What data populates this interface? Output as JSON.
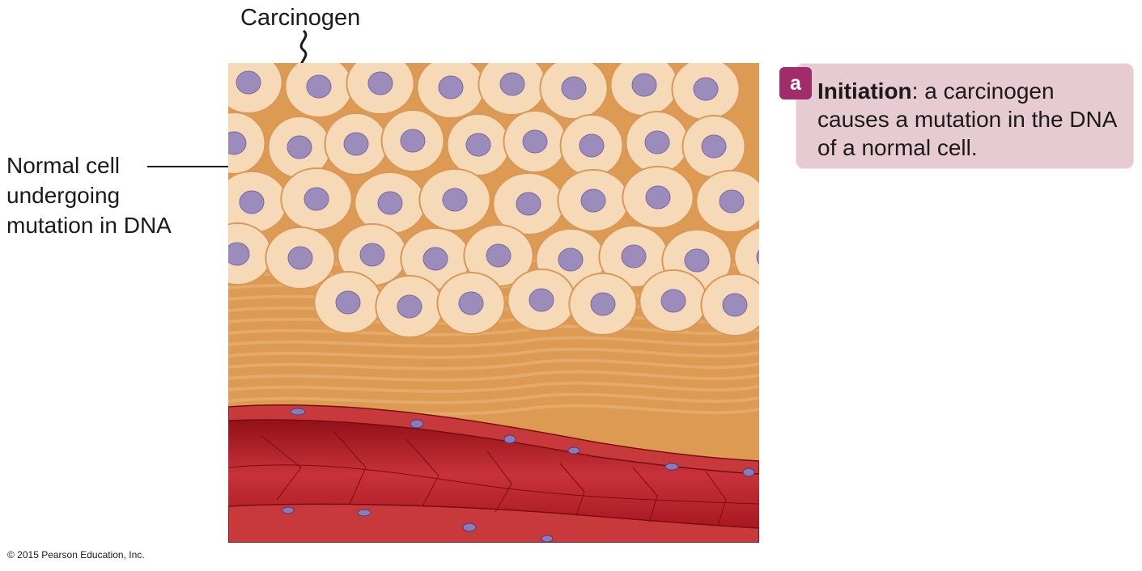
{
  "labels": {
    "carcinogen": "Carcinogen",
    "normal_cell": "Normal cell undergoing mutation in DNA"
  },
  "step": {
    "badge": "a",
    "title": "Initiation",
    "description": ": a carcinogen causes a mutation in the DNA of a normal cell."
  },
  "copyright": "© 2015 Pearson Education, Inc.",
  "colors": {
    "connective_tissue": "#dc9a52",
    "cell_fill": "#f6d9b6",
    "nucleus": "#9c8cbc",
    "blood_vessel": "#b8232a",
    "step_box": "#e7cbd3",
    "step_badge": "#a02c6a"
  }
}
